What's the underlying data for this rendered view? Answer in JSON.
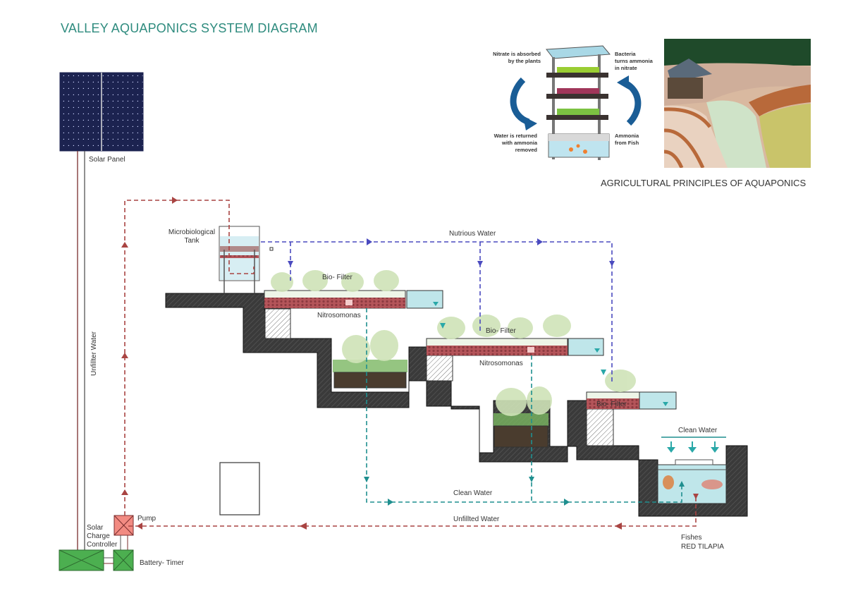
{
  "title": "VALLEY AQUAPONICS SYSTEM DIAGRAM",
  "inset": {
    "subtitle": "AGRICULTURAL PRINCIPLES OF AQUAPONICS",
    "cycle_labels": {
      "top_left": [
        "Nitrate is absorbed",
        "by the plants"
      ],
      "top_right": [
        "Bacteria",
        "turns ammonia",
        "in nitrate"
      ],
      "bottom_left": [
        "Water is returned",
        "with ammonia",
        "removed"
      ],
      "bottom_right": [
        "Ammonia",
        "from Fish"
      ]
    },
    "photo_subject": "terraced-rice-paddies"
  },
  "components": {
    "solar_panel": "Solar Panel",
    "microbiological_tank": [
      "Microbiological",
      "Tank"
    ],
    "bio_filter_1": "Bio- Filter",
    "bio_filter_2": "Bio- Filter",
    "bio_filter_3": "Bio- Filter",
    "nitrosomonas_1": "Nitrosomonas",
    "nitrosomonas_2": "Nitrosomonas",
    "pump": "Pump",
    "solar_charge_controller": [
      "Solar",
      "Charge",
      "Controller"
    ],
    "battery_timer": "Battery- Timer",
    "fishes": [
      "Fishes",
      "RED TILAPIA"
    ]
  },
  "flows": {
    "nutrious_water": "Nutrious Water",
    "clean_water_bottom": "Clean Water",
    "clean_water_tank": "Clean Water",
    "unfiltered_water_bottom": "Unfillted Water",
    "unfiltered_water_vertical": "Unfillter Water"
  },
  "colors": {
    "title": "#2e8b7e",
    "unfiltered": "#a94442",
    "nutrious": "#4a4abf",
    "clean": "#1f8f8f",
    "structure": "#333333",
    "green_box": "#4caf50",
    "pump": "#f28b82",
    "water": "#bfe6ea",
    "media": "#b5555a"
  }
}
